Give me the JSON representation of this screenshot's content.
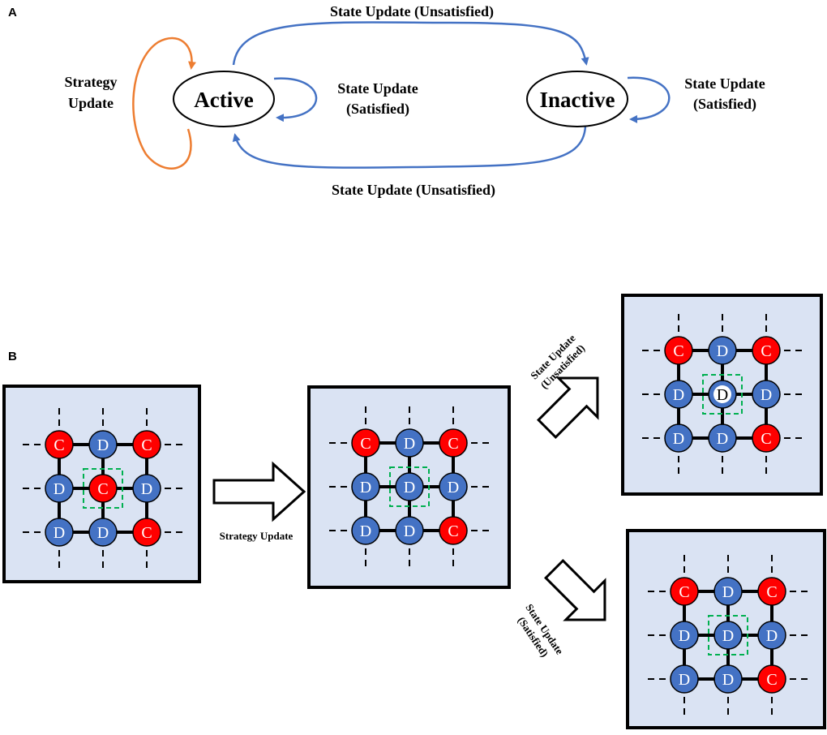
{
  "panel_a": {
    "label": "A",
    "states": {
      "active": "Active",
      "inactive": "Inactive"
    },
    "strategy_update": [
      "Strategy",
      "Update"
    ],
    "top_transition": "State Update (Unsatisfied)",
    "bottom_transition": "State Update (Unsatisfied)",
    "active_loop": [
      "State Update",
      "(Satisfied)"
    ],
    "inactive_loop": [
      "State Update",
      "(Satisfied)"
    ],
    "colors": {
      "strategy_arrow": "#ED7D31",
      "state_arrow": "#4472C4"
    }
  },
  "panel_b": {
    "label": "B",
    "arrow_strategy": "Strategy Update",
    "arrow_unsatisfied": [
      "State Update",
      "(Unsatisfied)"
    ],
    "arrow_satisfied": [
      "State Update",
      "(Satisfied)"
    ],
    "colors": {
      "cooperator": "#FF0000",
      "defector": "#4472C4",
      "inactive_fill": "#FFFFFF",
      "panel_bg": "#DAE3F3",
      "focal_box": "#00B050"
    },
    "grids": [
      {
        "id": "initial",
        "nodes": [
          [
            "C",
            "D",
            "C"
          ],
          [
            "D",
            "C",
            "D"
          ],
          [
            "D",
            "D",
            "C"
          ]
        ],
        "inactive_center": false
      },
      {
        "id": "after-strategy",
        "nodes": [
          [
            "C",
            "D",
            "C"
          ],
          [
            "D",
            "D",
            "D"
          ],
          [
            "D",
            "D",
            "C"
          ]
        ],
        "inactive_center": false
      },
      {
        "id": "unsatisfied",
        "nodes": [
          [
            "C",
            "D",
            "C"
          ],
          [
            "D",
            "D",
            "D"
          ],
          [
            "D",
            "D",
            "C"
          ]
        ],
        "inactive_center": true
      },
      {
        "id": "satisfied",
        "nodes": [
          [
            "C",
            "D",
            "C"
          ],
          [
            "D",
            "D",
            "D"
          ],
          [
            "D",
            "D",
            "C"
          ]
        ],
        "inactive_center": false
      }
    ]
  }
}
